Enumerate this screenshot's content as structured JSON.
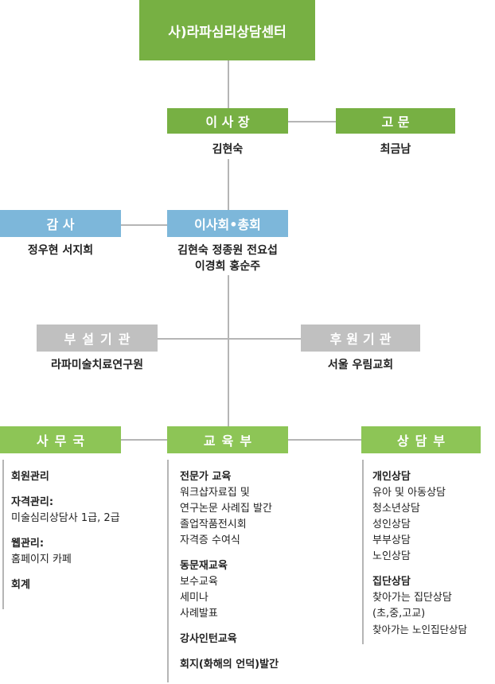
{
  "center": {
    "label": "사)라파심리상담센터"
  },
  "chairman": {
    "label": "이 사 장",
    "name": "김현숙"
  },
  "advisor": {
    "label": "고 문",
    "name": "최금남"
  },
  "auditor": {
    "label": "감 사",
    "name": "정우현 서지희"
  },
  "board": {
    "label": "이사회•총회",
    "names_line1": "김현숙 정종원 전요섭",
    "names_line2": "이경희 홍순주"
  },
  "affiliate": {
    "label": "부설기관",
    "name": "라파미술치료연구원"
  },
  "sponsor": {
    "label": "후원기관",
    "name": "서울 우림교회"
  },
  "secretariat": {
    "label": "사무국",
    "items": [
      {
        "title": "회원관리"
      },
      {
        "title": "자격관리:",
        "sub": "미술심리상담사 1급, 2급"
      },
      {
        "title": "웹관리:",
        "sub": "홈페이지 카페"
      },
      {
        "title": "회계"
      }
    ]
  },
  "education": {
    "label": "교육부",
    "groups": [
      {
        "title": "전문가 교육",
        "subs": [
          "워크샵자료집 및",
          "연구논문 사례집 발간",
          "졸업작품전시회",
          "자격증 수여식"
        ]
      },
      {
        "title": "동문재교육",
        "subs": [
          "보수교육",
          "세미나",
          "사례발표"
        ]
      },
      {
        "title": "강사인턴교육",
        "subs": []
      },
      {
        "title": "회지(화해의 언덕)발간",
        "subs": []
      }
    ]
  },
  "counseling": {
    "label": "상담부",
    "groups": [
      {
        "title": "개인상담",
        "subs": [
          "유아 및 아동상담",
          "청소년상담",
          "성인상담",
          "부부상담",
          "노인상담"
        ]
      },
      {
        "title": "집단상담",
        "subs": [
          "찾아가는 집단상담",
          "(초,중,고교)",
          "찾아가는 노인집단상담"
        ]
      }
    ]
  },
  "colors": {
    "green": "#77b043",
    "bright_green": "#8dc556",
    "blue": "#7db7da",
    "gray": "#c0c0c0",
    "line": "#b5b5b5"
  }
}
